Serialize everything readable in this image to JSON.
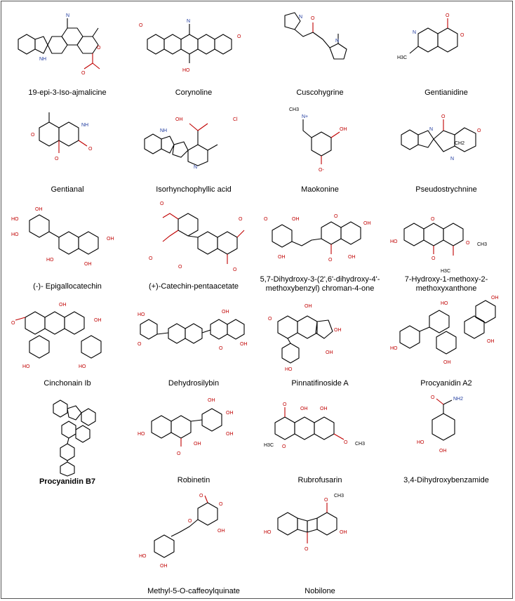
{
  "compounds": [
    {
      "name": "19-epi-3-Iso-ajmalicine"
    },
    {
      "name": "Corynoline"
    },
    {
      "name": "Cuscohygrine"
    },
    {
      "name": "Gentianidine"
    },
    {
      "name": "Gentianal"
    },
    {
      "name": "Isorhynchophyllic acid"
    },
    {
      "name": "Maokonine"
    },
    {
      "name": "Pseudostrychnine"
    },
    {
      "name": "(-)- Epigallocatechin"
    },
    {
      "name": "(+)-Catechin-pentaacetate"
    },
    {
      "name": "5,7-Dihydroxy-3-(2',6'-dihydroxy-4'-methoxybenzyl) chroman-4-one"
    },
    {
      "name": "7-Hydroxy-1-methoxy-2-methoxyxanthone"
    },
    {
      "name": "Cinchonain Ib"
    },
    {
      "name": "Dehydrosilybin"
    },
    {
      "name": "Pinnatifinoside A"
    },
    {
      "name": "Procyanidin A2"
    },
    {
      "name": "Procyanidin B7"
    },
    {
      "name": "Robinetin"
    },
    {
      "name": "Rubrofusarin"
    },
    {
      "name": "3,4-Dihydroxybenzamide"
    },
    {
      "name": "Methyl-5-O-caffeoylquinate"
    },
    {
      "name": "Nobilone"
    }
  ],
  "atoms": {
    "nh": "NH",
    "n": "N",
    "o": "O",
    "oh": "OH",
    "ho": "HO",
    "nh2": "NH2",
    "h3c": "H3C",
    "ch3": "CH3",
    "ome": "O",
    "cl": "Cl",
    "me": "CH3",
    "o_minus": "O-",
    "n_plus": "N+",
    "ch2": "CH2"
  },
  "colors": {
    "oxygen": "#c00000",
    "nitrogen": "#1f3a9e",
    "bond": "#000000",
    "border": "#555555"
  }
}
